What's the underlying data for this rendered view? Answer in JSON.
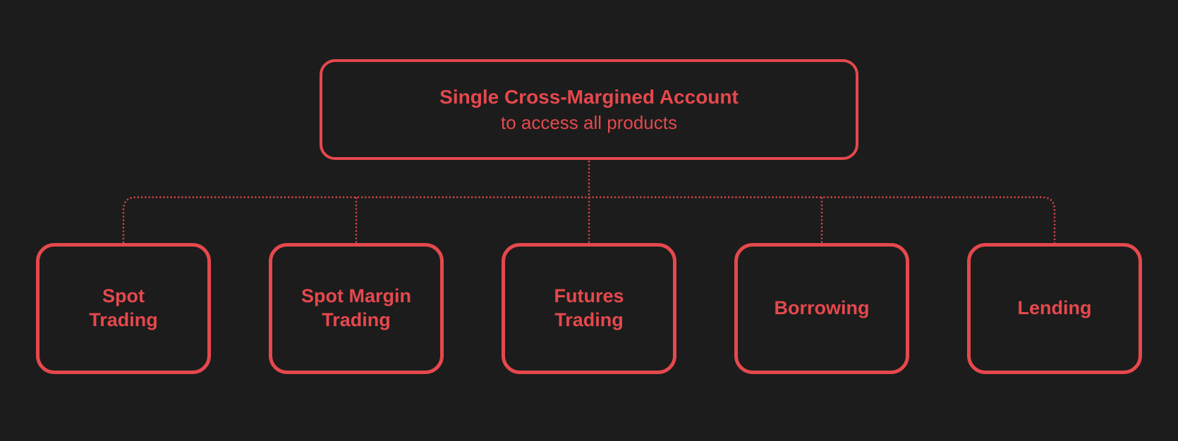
{
  "theme": {
    "background_color": "#1c1c1c",
    "accent_color": "#e5484d",
    "connector_style": "dotted"
  },
  "diagram": {
    "root": {
      "title": "Single Cross-Margined Account",
      "subtitle": "to access all products"
    },
    "children": [
      {
        "label_lines": [
          "Spot",
          "Trading"
        ]
      },
      {
        "label_lines": [
          "Spot Margin",
          "Trading"
        ]
      },
      {
        "label_lines": [
          "Futures",
          "Trading"
        ]
      },
      {
        "label_lines": [
          "Borrowing"
        ]
      },
      {
        "label_lines": [
          "Lending"
        ]
      }
    ]
  }
}
